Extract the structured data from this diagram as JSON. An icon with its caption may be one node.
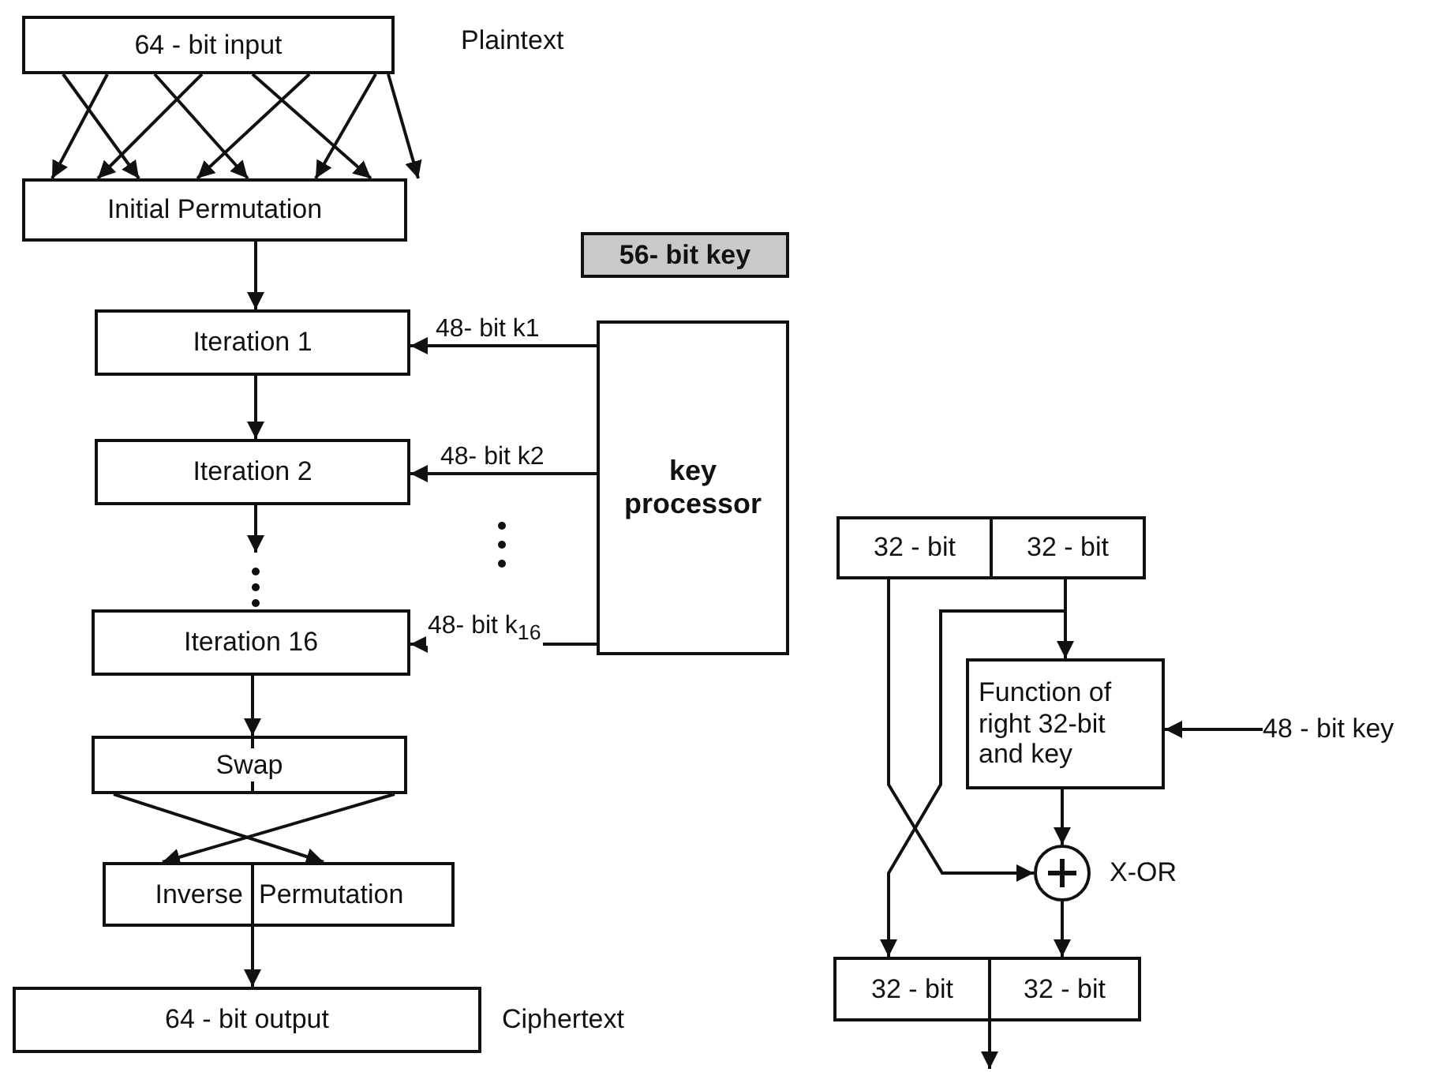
{
  "diagram": {
    "nodes": [
      {
        "text": [
          "64 - bit input"
        ],
        "beside": [
          "Plaintext"
        ]
      },
      {
        "text": [
          "Initial Permutation"
        ]
      },
      {
        "text": [
          "56- bit key"
        ]
      },
      {
        "text": [
          "Iteration 1"
        ]
      },
      {
        "text": [
          "key processor"
        ]
      },
      {
        "text": [
          "Iteration 2"
        ]
      },
      {
        "text": [
          "Iteration 16"
        ]
      },
      {
        "text": [
          "Swap"
        ]
      },
      {
        "text": [
          "Inverse",
          "Permutation"
        ]
      },
      {
        "text": [
          "64 - bit output"
        ],
        "beside": [
          "Ciphertext"
        ]
      },
      {
        "text": [
          "32 - bit"
        ]
      },
      {
        "text": [
          "32 - bit"
        ]
      },
      {
        "text": [
          "Function of right 32-bit and key"
        ]
      },
      {
        "text": [],
        "shape": "circle",
        "beside": [
          "X-OR"
        ]
      },
      {
        "text": [
          "32 - bit"
        ]
      },
      {
        "text": [
          "32 - bit"
        ]
      },
      {
        "text": [
          "48 - bit key"
        ]
      }
    ],
    "edges": [
      {
        "from": 0,
        "to": 1,
        "arrow": "to"
      },
      {
        "from": 0,
        "to": 1,
        "arrow": "to"
      },
      {
        "from": 0,
        "to": 1,
        "arrow": "to"
      },
      {
        "from": 0,
        "to": 1,
        "arrow": "to"
      },
      {
        "from": 0,
        "to": 1,
        "arrow": "to"
      },
      {
        "from": 0,
        "to": 1,
        "arrow": "to"
      },
      {
        "from": 0,
        "to": 1,
        "arrow": "to"
      },
      {
        "from": 0,
        "to": 1,
        "arrow": "to"
      },
      {
        "from": 1,
        "to": 3,
        "arrow": "to"
      },
      {
        "from": 3,
        "to": 5,
        "arrow": "to"
      },
      {
        "from": 5,
        "to": null,
        "arrow": "to"
      },
      {
        "from": 4,
        "to": 3,
        "arrow": "to",
        "label": "48- bit k1"
      },
      {
        "from": 4,
        "to": 5,
        "arrow": "to",
        "label": "48- bit k2"
      },
      {
        "from": 4,
        "to": 6,
        "arrow": "to",
        "label": "48- bit k$_{16}$"
      },
      {
        "from": 6,
        "to": 7,
        "arrow": "to"
      },
      {
        "from": 7,
        "to": 8,
        "arrow": "to"
      },
      {
        "from": 7,
        "to": 8,
        "arrow": "to"
      },
      {
        "from": 8,
        "to": 9,
        "arrow": "to"
      },
      {
        "from": 11,
        "to": 12,
        "arrow": "to"
      },
      {
        "from": 11,
        "to": 14,
        "arrow": "to"
      },
      {
        "from": 10,
        "to": 13,
        "arrow": "to"
      },
      {
        "from": 12,
        "to": 13,
        "arrow": "to"
      },
      {
        "from": 13,
        "to": 15,
        "arrow": "to"
      },
      {
        "from": 16,
        "to": 12,
        "arrow": "to"
      },
      {
        "from": 15,
        "to": null,
        "arrow": "to"
      }
    ]
  }
}
